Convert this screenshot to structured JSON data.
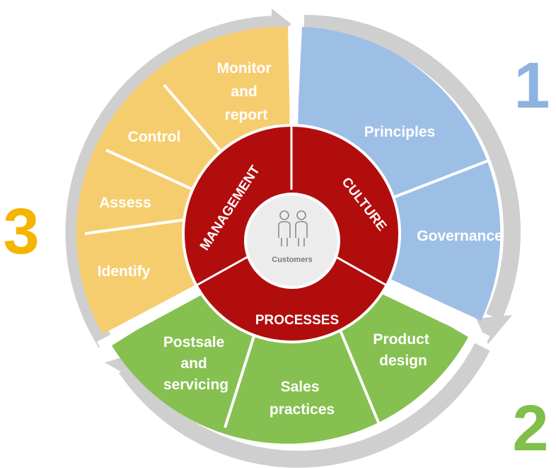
{
  "colors": {
    "phase1": "#9dbfe6",
    "phase2": "#86c051",
    "phase3": "#f6cd6e",
    "core": "#b20d0d",
    "ring": "#cfcfcf",
    "num1": "#8fb3e0",
    "num2": "#7fbf4a",
    "num3": "#f5b400"
  },
  "numbers": {
    "n1": "1",
    "n2": "2",
    "n3": "3"
  },
  "phase1": {
    "principles": "Principles",
    "governance": "Governance"
  },
  "phase2": {
    "product_design": [
      "Product",
      "design"
    ],
    "sales_practices": [
      "Sales",
      "practices"
    ],
    "postsale": [
      "Postsale",
      "and",
      "servicing"
    ]
  },
  "phase3": {
    "identify": "Identify",
    "assess": "Assess",
    "control": "Control",
    "monitor": [
      "Monitor",
      "and",
      "report"
    ]
  },
  "core": {
    "management": "MANAGEMENT",
    "culture": "CULTURE",
    "processes": "PROCESSES"
  },
  "center": {
    "label": "Customers",
    "icon": "people-icon"
  }
}
